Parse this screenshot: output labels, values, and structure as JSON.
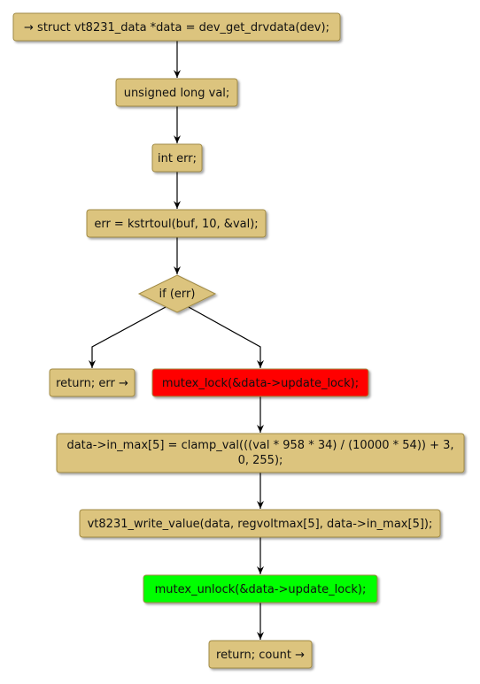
{
  "colors": {
    "node_fill": "#dcc47e",
    "node_stroke": "#a08a45",
    "edge": "#000000",
    "lock_fill": "#ff0000",
    "unlock_fill": "#00ff00",
    "background": "#ffffff"
  },
  "nodes": {
    "start": "→ struct vt8231_data *data = dev_get_drvdata(dev);",
    "decl_val": "unsigned long val;",
    "decl_err": "int err;",
    "kstrtoul": "err = kstrtoul(buf, 10, &val);",
    "if_err": "if (err)",
    "return_err": "return; err →",
    "mutex_lock": "mutex_lock(&data->update_lock);",
    "in_max_line1": "data->in_max[5] = clamp_val(((val * 958 * 34) / (10000 * 54)) + 3,",
    "in_max_line2": "0, 255);",
    "write_value": "vt8231_write_value(data, regvoltmax[5], data->in_max[5]);",
    "mutex_unlock": "mutex_unlock(&data->update_lock);",
    "return_count": "return; count →"
  }
}
